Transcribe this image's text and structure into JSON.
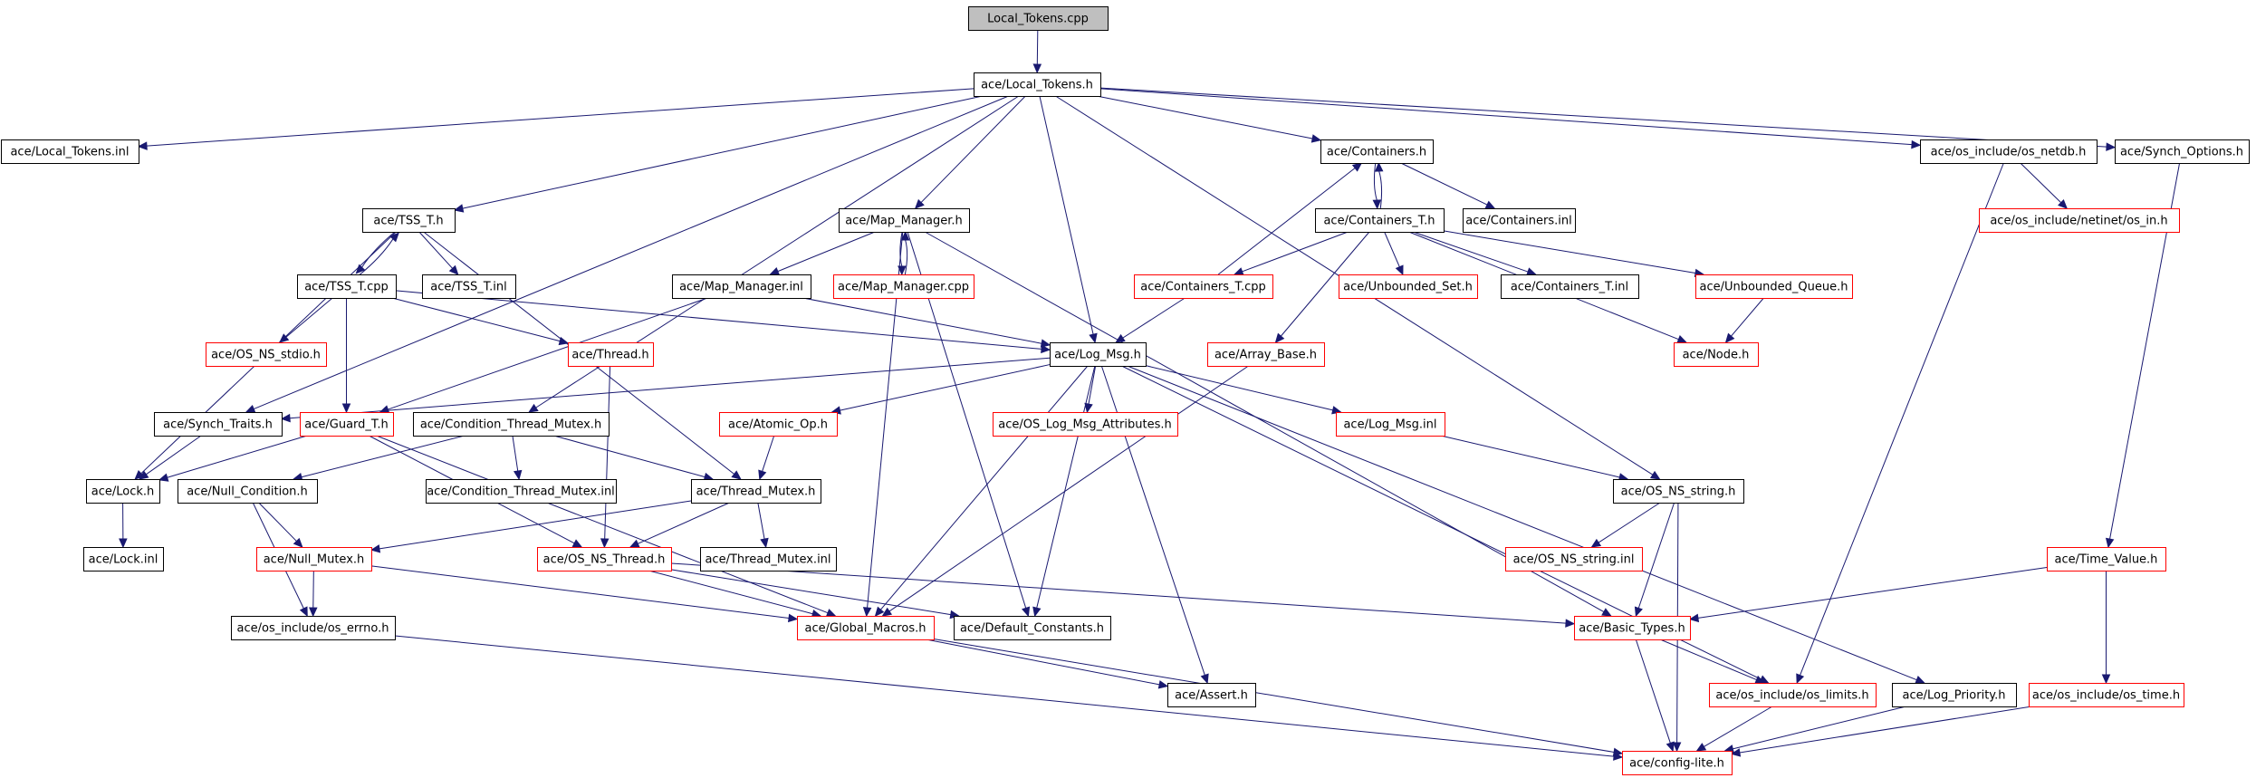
{
  "title": "Local_Tokens.cpp",
  "colors": {
    "edge": "#191970",
    "root_fill": "#bfbfbf",
    "node_fill": "#ffffff",
    "node_border": "#000000",
    "truncated_border": "#ff0000"
  },
  "nodes": [
    {
      "id": "root",
      "label": "Local_Tokens.cpp",
      "kind": "root"
    },
    {
      "id": "local_tokens_h",
      "label": "ace/Local_Tokens.h",
      "kind": "normal"
    },
    {
      "id": "local_tokens_inl",
      "label": "ace/Local_Tokens.inl",
      "kind": "normal"
    },
    {
      "id": "containers_h",
      "label": "ace/Containers.h",
      "kind": "normal"
    },
    {
      "id": "os_netdb_h",
      "label": "ace/os_include/os_netdb.h",
      "kind": "normal"
    },
    {
      "id": "synch_options_h",
      "label": "ace/Synch_Options.h",
      "kind": "normal"
    },
    {
      "id": "tss_t_h",
      "label": "ace/TSS_T.h",
      "kind": "normal"
    },
    {
      "id": "map_manager_h",
      "label": "ace/Map_Manager.h",
      "kind": "normal"
    },
    {
      "id": "containers_t_h",
      "label": "ace/Containers_T.h",
      "kind": "normal"
    },
    {
      "id": "containers_inl",
      "label": "ace/Containers.inl",
      "kind": "normal"
    },
    {
      "id": "netinet_os_in_h",
      "label": "ace/os_include/netinet/os_in.h",
      "kind": "truncated"
    },
    {
      "id": "tss_t_cpp",
      "label": "ace/TSS_T.cpp",
      "kind": "normal"
    },
    {
      "id": "tss_t_inl",
      "label": "ace/TSS_T.inl",
      "kind": "normal"
    },
    {
      "id": "map_manager_inl",
      "label": "ace/Map_Manager.inl",
      "kind": "normal"
    },
    {
      "id": "map_manager_cpp",
      "label": "ace/Map_Manager.cpp",
      "kind": "truncated"
    },
    {
      "id": "containers_t_cpp",
      "label": "ace/Containers_T.cpp",
      "kind": "truncated"
    },
    {
      "id": "unbounded_set_h",
      "label": "ace/Unbounded_Set.h",
      "kind": "truncated"
    },
    {
      "id": "containers_t_inl",
      "label": "ace/Containers_T.inl",
      "kind": "normal"
    },
    {
      "id": "unbounded_queue_h",
      "label": "ace/Unbounded_Queue.h",
      "kind": "truncated"
    },
    {
      "id": "os_ns_stdio_h",
      "label": "ace/OS_NS_stdio.h",
      "kind": "truncated"
    },
    {
      "id": "thread_h",
      "label": "ace/Thread.h",
      "kind": "truncated"
    },
    {
      "id": "log_msg_h",
      "label": "ace/Log_Msg.h",
      "kind": "normal"
    },
    {
      "id": "array_base_h",
      "label": "ace/Array_Base.h",
      "kind": "truncated"
    },
    {
      "id": "node_h",
      "label": "ace/Node.h",
      "kind": "truncated"
    },
    {
      "id": "synch_traits_h",
      "label": "ace/Synch_Traits.h",
      "kind": "normal"
    },
    {
      "id": "guard_t_h",
      "label": "ace/Guard_T.h",
      "kind": "truncated"
    },
    {
      "id": "condition_thread_mutex_h",
      "label": "ace/Condition_Thread_Mutex.h",
      "kind": "normal"
    },
    {
      "id": "atomic_op_h",
      "label": "ace/Atomic_Op.h",
      "kind": "truncated"
    },
    {
      "id": "os_log_msg_attributes_h",
      "label": "ace/OS_Log_Msg_Attributes.h",
      "kind": "truncated"
    },
    {
      "id": "log_msg_inl",
      "label": "ace/Log_Msg.inl",
      "kind": "truncated"
    },
    {
      "id": "lock_h",
      "label": "ace/Lock.h",
      "kind": "normal"
    },
    {
      "id": "null_condition_h",
      "label": "ace/Null_Condition.h",
      "kind": "normal"
    },
    {
      "id": "condition_thread_mutex_inl",
      "label": "ace/Condition_Thread_Mutex.inl",
      "kind": "normal"
    },
    {
      "id": "thread_mutex_h",
      "label": "ace/Thread_Mutex.h",
      "kind": "normal"
    },
    {
      "id": "os_ns_string_h",
      "label": "ace/OS_NS_string.h",
      "kind": "normal"
    },
    {
      "id": "lock_inl",
      "label": "ace/Lock.inl",
      "kind": "normal"
    },
    {
      "id": "null_mutex_h",
      "label": "ace/Null_Mutex.h",
      "kind": "truncated"
    },
    {
      "id": "os_ns_thread_h",
      "label": "ace/OS_NS_Thread.h",
      "kind": "truncated"
    },
    {
      "id": "thread_mutex_inl",
      "label": "ace/Thread_Mutex.inl",
      "kind": "normal"
    },
    {
      "id": "os_ns_string_inl",
      "label": "ace/OS_NS_string.inl",
      "kind": "truncated"
    },
    {
      "id": "time_value_h",
      "label": "ace/Time_Value.h",
      "kind": "truncated"
    },
    {
      "id": "os_errno_h",
      "label": "ace/os_include/os_errno.h",
      "kind": "normal"
    },
    {
      "id": "global_macros_h",
      "label": "ace/Global_Macros.h",
      "kind": "truncated"
    },
    {
      "id": "default_constants_h",
      "label": "ace/Default_Constants.h",
      "kind": "normal"
    },
    {
      "id": "basic_types_h",
      "label": "ace/Basic_Types.h",
      "kind": "truncated"
    },
    {
      "id": "assert_h",
      "label": "ace/Assert.h",
      "kind": "normal"
    },
    {
      "id": "os_limits_h",
      "label": "ace/os_include/os_limits.h",
      "kind": "truncated"
    },
    {
      "id": "log_priority_h",
      "label": "ace/Log_Priority.h",
      "kind": "normal"
    },
    {
      "id": "os_time_h",
      "label": "ace/os_include/os_time.h",
      "kind": "truncated"
    },
    {
      "id": "config_lite_h",
      "label": "ace/config-lite.h",
      "kind": "truncated"
    }
  ],
  "edges": [
    [
      "root",
      "local_tokens_h"
    ],
    [
      "local_tokens_h",
      "local_tokens_inl"
    ],
    [
      "local_tokens_h",
      "containers_h"
    ],
    [
      "local_tokens_h",
      "os_netdb_h"
    ],
    [
      "local_tokens_h",
      "synch_options_h"
    ],
    [
      "local_tokens_h",
      "tss_t_h"
    ],
    [
      "local_tokens_h",
      "map_manager_h"
    ],
    [
      "local_tokens_h",
      "log_msg_h"
    ],
    [
      "local_tokens_h",
      "synch_traits_h"
    ],
    [
      "local_tokens_h",
      "condition_thread_mutex_h"
    ],
    [
      "local_tokens_h",
      "os_ns_string_h"
    ],
    [
      "containers_h",
      "containers_t_h"
    ],
    [
      "containers_h",
      "containers_inl"
    ],
    [
      "containers_t_h",
      "containers_h"
    ],
    [
      "containers_t_h",
      "containers_t_cpp"
    ],
    [
      "containers_t_h",
      "unbounded_set_h"
    ],
    [
      "containers_t_h",
      "containers_t_inl"
    ],
    [
      "containers_t_h",
      "unbounded_queue_h"
    ],
    [
      "containers_t_h",
      "array_base_h"
    ],
    [
      "containers_t_h",
      "node_h"
    ],
    [
      "containers_t_cpp",
      "containers_h"
    ],
    [
      "containers_t_cpp",
      "log_msg_h"
    ],
    [
      "unbounded_queue_h",
      "node_h"
    ],
    [
      "os_netdb_h",
      "netinet_os_in_h"
    ],
    [
      "os_netdb_h",
      "os_limits_h"
    ],
    [
      "synch_options_h",
      "time_value_h"
    ],
    [
      "tss_t_h",
      "tss_t_cpp"
    ],
    [
      "tss_t_h",
      "tss_t_inl"
    ],
    [
      "tss_t_h",
      "lock_h"
    ],
    [
      "tss_t_h",
      "thread_mutex_h"
    ],
    [
      "tss_t_cpp",
      "tss_t_h"
    ],
    [
      "tss_t_cpp",
      "os_ns_stdio_h"
    ],
    [
      "tss_t_cpp",
      "thread_h"
    ],
    [
      "tss_t_cpp",
      "log_msg_h"
    ],
    [
      "tss_t_cpp",
      "guard_t_h"
    ],
    [
      "map_manager_h",
      "map_manager_inl"
    ],
    [
      "map_manager_h",
      "map_manager_cpp"
    ],
    [
      "map_manager_h",
      "global_macros_h"
    ],
    [
      "map_manager_h",
      "default_constants_h"
    ],
    [
      "map_manager_h",
      "basic_types_h"
    ],
    [
      "map_manager_cpp",
      "map_manager_h"
    ],
    [
      "map_manager_inl",
      "log_msg_h"
    ],
    [
      "map_manager_inl",
      "guard_t_h"
    ],
    [
      "thread_h",
      "os_ns_thread_h"
    ],
    [
      "log_msg_h",
      "synch_traits_h"
    ],
    [
      "log_msg_h",
      "atomic_op_h"
    ],
    [
      "log_msg_h",
      "os_log_msg_attributes_h"
    ],
    [
      "log_msg_h",
      "log_msg_inl"
    ],
    [
      "log_msg_h",
      "global_macros_h"
    ],
    [
      "log_msg_h",
      "default_constants_h"
    ],
    [
      "log_msg_h",
      "assert_h"
    ],
    [
      "log_msg_h",
      "os_limits_h"
    ],
    [
      "log_msg_h",
      "log_priority_h"
    ],
    [
      "array_base_h",
      "global_macros_h"
    ],
    [
      "synch_traits_h",
      "lock_h"
    ],
    [
      "guard_t_h",
      "lock_h"
    ],
    [
      "guard_t_h",
      "os_ns_thread_h"
    ],
    [
      "guard_t_h",
      "global_macros_h"
    ],
    [
      "condition_thread_mutex_h",
      "null_condition_h"
    ],
    [
      "condition_thread_mutex_h",
      "condition_thread_mutex_inl"
    ],
    [
      "condition_thread_mutex_h",
      "thread_mutex_h"
    ],
    [
      "atomic_op_h",
      "thread_mutex_h"
    ],
    [
      "log_msg_inl",
      "os_ns_string_h"
    ],
    [
      "lock_h",
      "lock_inl"
    ],
    [
      "null_condition_h",
      "null_mutex_h"
    ],
    [
      "null_condition_h",
      "os_errno_h"
    ],
    [
      "thread_mutex_h",
      "null_mutex_h"
    ],
    [
      "thread_mutex_h",
      "os_ns_thread_h"
    ],
    [
      "thread_mutex_h",
      "thread_mutex_inl"
    ],
    [
      "os_ns_string_h",
      "os_ns_string_inl"
    ],
    [
      "os_ns_string_h",
      "basic_types_h"
    ],
    [
      "os_ns_string_h",
      "config_lite_h"
    ],
    [
      "null_mutex_h",
      "os_errno_h"
    ],
    [
      "null_mutex_h",
      "global_macros_h"
    ],
    [
      "os_ns_thread_h",
      "global_macros_h"
    ],
    [
      "os_ns_thread_h",
      "default_constants_h"
    ],
    [
      "os_ns_thread_h",
      "basic_types_h"
    ],
    [
      "time_value_h",
      "basic_types_h"
    ],
    [
      "time_value_h",
      "os_time_h"
    ],
    [
      "os_errno_h",
      "config_lite_h"
    ],
    [
      "global_macros_h",
      "assert_h"
    ],
    [
      "global_macros_h",
      "config_lite_h"
    ],
    [
      "basic_types_h",
      "os_limits_h"
    ],
    [
      "basic_types_h",
      "config_lite_h"
    ],
    [
      "os_limits_h",
      "config_lite_h"
    ],
    [
      "log_priority_h",
      "config_lite_h"
    ],
    [
      "os_time_h",
      "config_lite_h"
    ]
  ]
}
